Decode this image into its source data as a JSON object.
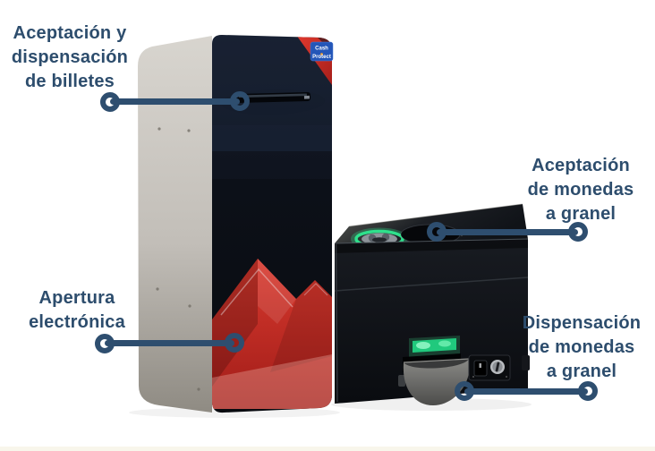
{
  "page": {
    "background_color": "#ffffff",
    "footer_strip_color": "#f8f6eb"
  },
  "branding": {
    "logo_line1": "Cash",
    "logo_line2": "Protect",
    "logo_bg_color": "#2456b8",
    "logo_dot_color": "#f0a030"
  },
  "colors": {
    "callout_accent": "#2e4e6f",
    "label_text": "#2d4d6d",
    "machine_red": "#c22722",
    "machine_black": "#0d1016",
    "cabinet_side_gray": "#c4c0ba",
    "led_green": "#2fe08c",
    "tray_gray": "#7c7c79"
  },
  "callouts": {
    "bill_accept": {
      "text": "Aceptación y\ndispensación\nde billetes"
    },
    "coin_accept": {
      "text": "Aceptación\nde monedas\na granel"
    },
    "electronic_opening": {
      "text": "Apertura\nelectrónica"
    },
    "coin_dispense": {
      "text": "Dispensación\nde monedas\na granel"
    }
  }
}
